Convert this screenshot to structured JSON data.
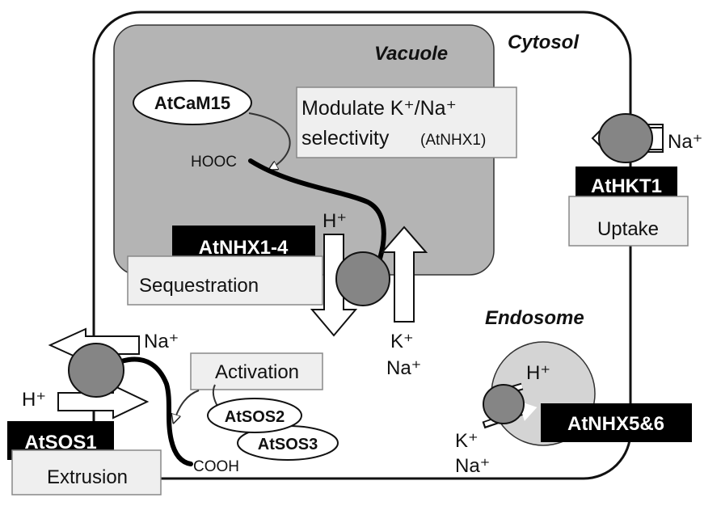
{
  "regions": {
    "cytosol": "Cytosol",
    "vacuole": "Vacuole",
    "endosome": "Endosome"
  },
  "proteins": {
    "atcam15": "AtCaM15",
    "atnhx1_4": "AtNHX1-4",
    "athkt1": "AtHKT1",
    "atsos1": "AtSOS1",
    "atsos2": "AtSOS2",
    "atsos3": "AtSOS3",
    "atnhx5_6": "AtNHX5&6"
  },
  "functions": {
    "modulate_line1": "Modulate K⁺/Na⁺",
    "modulate_line2": "selectivity",
    "modulate_paren": "(AtNHX1)",
    "sequestration": "Sequestration",
    "uptake": "Uptake",
    "activation": "Activation",
    "extrusion": "Extrusion"
  },
  "termini": {
    "nhx_c_terminus": "HOOC",
    "sos1_c_terminus": "COOH"
  },
  "ions": {
    "proton": "H⁺",
    "sodium": "Na⁺",
    "potassium": "K⁺"
  },
  "colors": {
    "vacuole_fill": "#b4b4b4",
    "endosome_fill": "#d4d4d4",
    "transporter_fill": "#858585",
    "label_box_fill": "#efefef",
    "black_label_fill": "#000000"
  }
}
